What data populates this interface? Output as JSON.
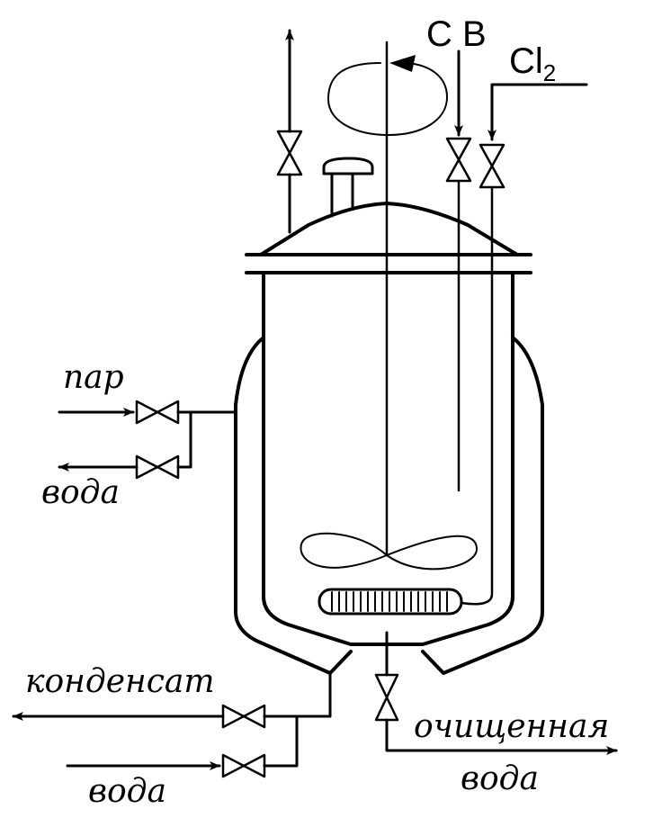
{
  "labels": {
    "sv": "С В",
    "cl_main": "Cl",
    "cl_sub": "2",
    "steam": "пар",
    "water_jacket_top": "вода",
    "condensate": "конденсат",
    "water_jacket_bottom": "вода",
    "purified": "очищенная",
    "purified_water": "вода"
  },
  "colors": {
    "line": "#000000",
    "background": "#ffffff"
  }
}
